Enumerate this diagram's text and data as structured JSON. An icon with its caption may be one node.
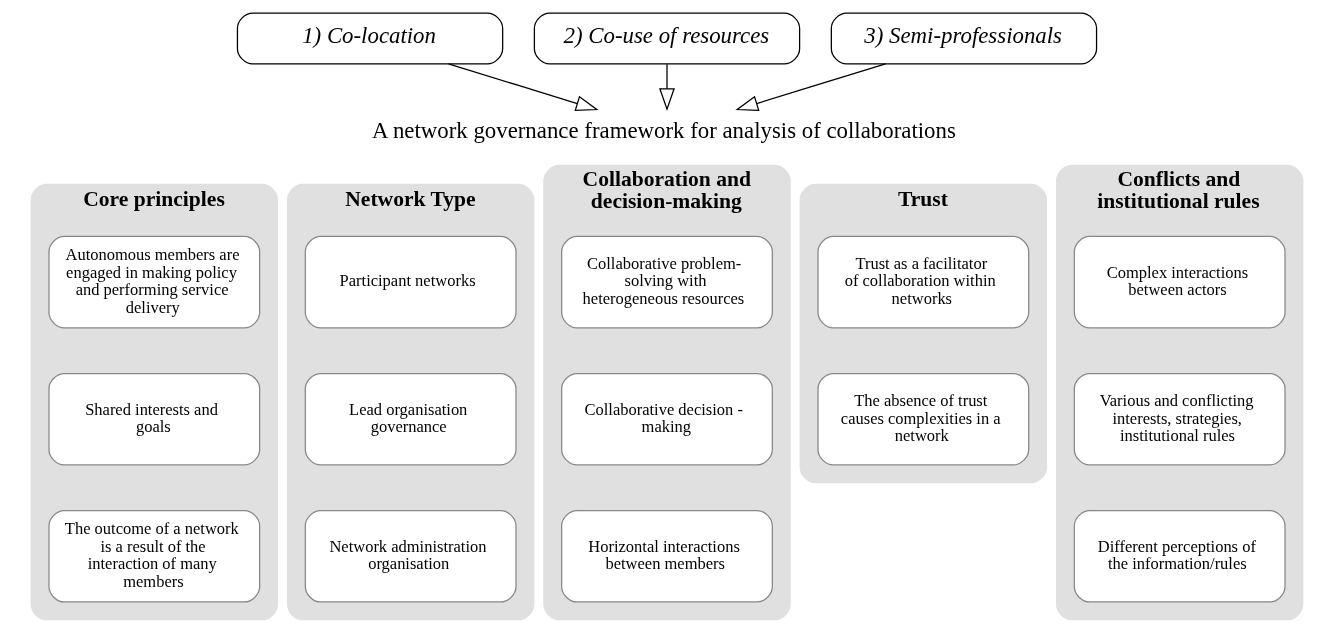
{
  "diagram": {
    "nodes": [
      {
        "text": [
          "1) Co-location"
        ]
      },
      {
        "text": [
          "2) Co-use of resources"
        ]
      },
      {
        "text": [
          "3) Semi-professionals"
        ]
      },
      {
        "text": [
          "A network governance framework for analysis of collaborations"
        ]
      },
      {
        "text": [
          "Core principles"
        ]
      },
      {
        "text": [
          "Autonomous members are engaged in making policy and performing service delivery"
        ],
        "in": 4
      },
      {
        "text": [
          "Shared interests and goals"
        ],
        "in": 4
      },
      {
        "text": [
          "The outcome of a network is a result of the interaction of many members"
        ],
        "in": 4
      },
      {
        "text": [
          "Network Type"
        ]
      },
      {
        "text": [
          "Participant networks"
        ],
        "in": 8
      },
      {
        "text": [
          "Lead organisation governance"
        ],
        "in": 8
      },
      {
        "text": [
          "Network administration organisation"
        ],
        "in": 8
      },
      {
        "text": [
          "Collaboration and decision-making"
        ]
      },
      {
        "text": [
          "Collaborative problem-solving with heterogeneous resources"
        ],
        "in": 12
      },
      {
        "text": [
          "Collaborative decision - making"
        ],
        "in": 12
      },
      {
        "text": [
          "Horizontal interactions between members"
        ],
        "in": 12
      },
      {
        "text": [
          "Trust"
        ]
      },
      {
        "text": [
          "Trust as a facilitator of collaboration within networks"
        ],
        "in": 16
      },
      {
        "text": [
          "The absence of trust causes complexities in a network"
        ],
        "in": 16
      },
      {
        "text": [
          "Conflicts and institutional rules"
        ]
      },
      {
        "text": [
          "Complex interactions between actors"
        ],
        "in": 19
      },
      {
        "text": [
          "Various and conflicting interests, strategies, institutional rules"
        ],
        "in": 19
      },
      {
        "text": [
          "Different perceptions of the information/rules"
        ],
        "in": 19
      }
    ],
    "edges": [
      {
        "from": 0,
        "to": 3,
        "arrow": "to"
      },
      {
        "from": 1,
        "to": 3,
        "arrow": "to"
      },
      {
        "from": 2,
        "to": 3,
        "arrow": "to"
      }
    ]
  }
}
